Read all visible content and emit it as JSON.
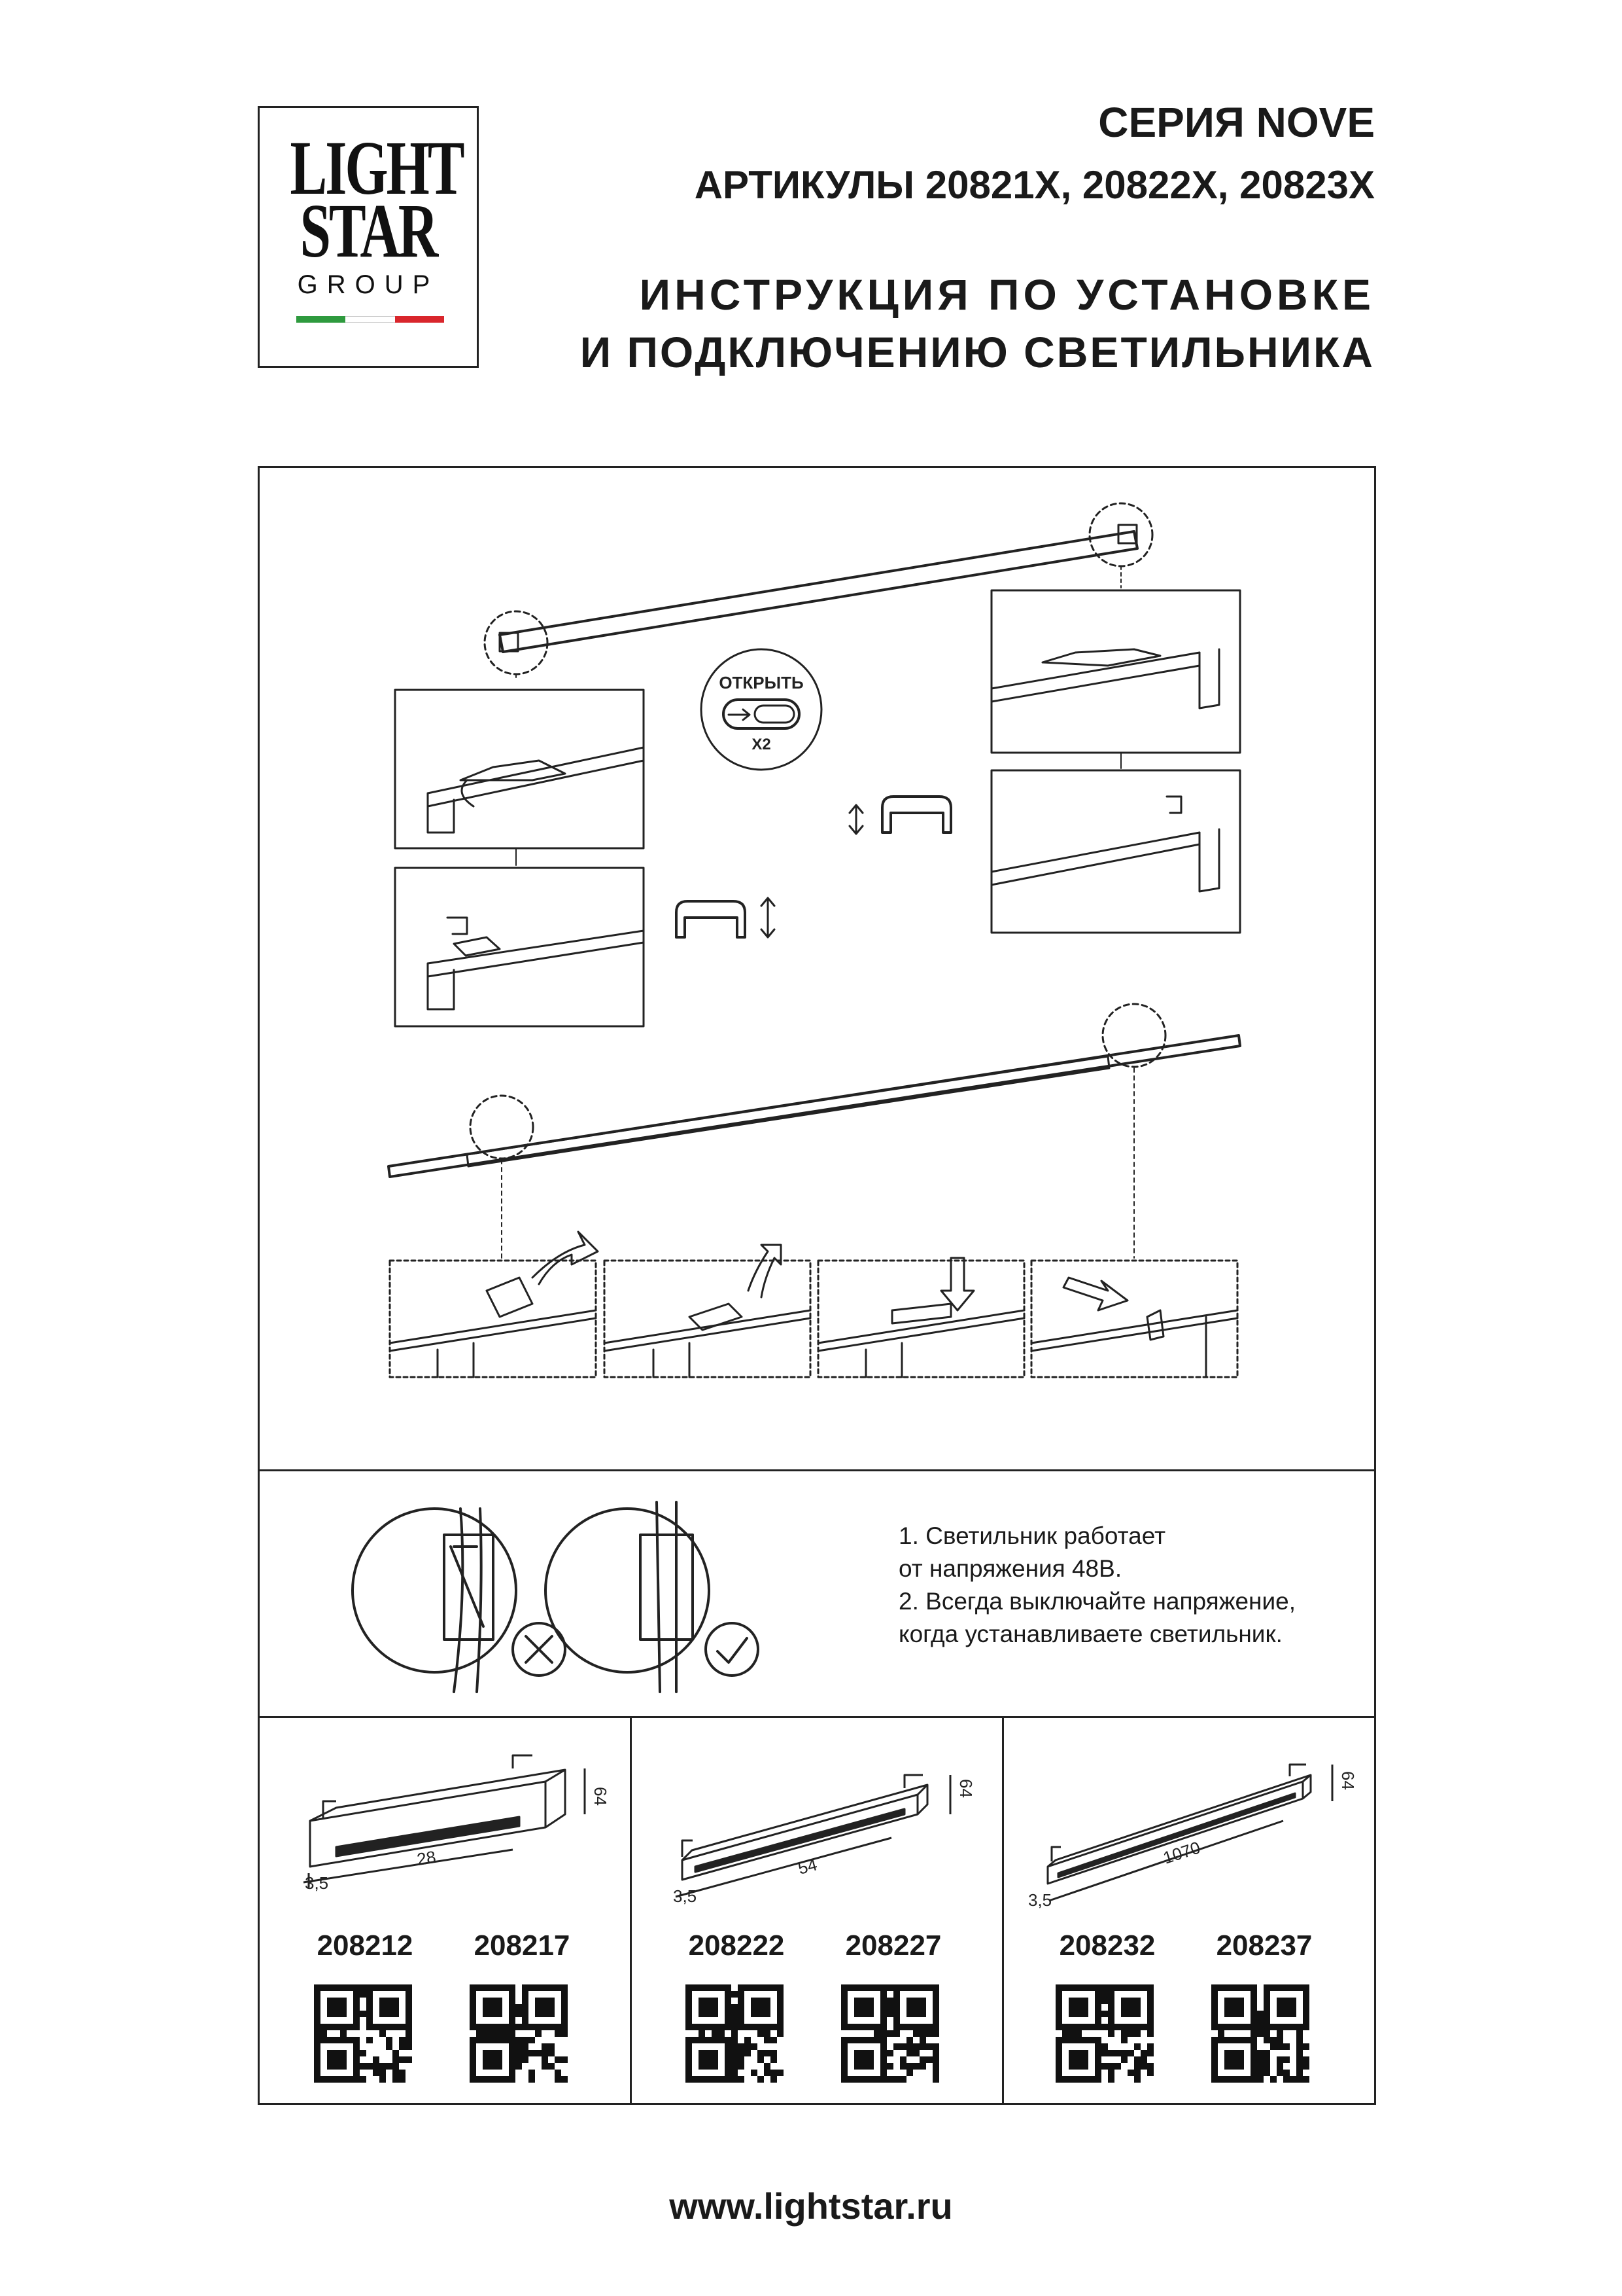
{
  "logo": {
    "line1": "LIGHT",
    "line2": "STAR",
    "line3": "GROUP",
    "flag_colors": [
      "#2e9a3e",
      "#ffffff",
      "#d9262c"
    ]
  },
  "header": {
    "series": "СЕРИЯ NOVE",
    "articles": "АРТИКУЛЫ 20821X, 20822X, 20823X",
    "title_line1": "ИНСТРУКЦИЯ ПО УСТАНОВКЕ",
    "title_line2": "И ПОДКЛЮЧЕНИЮ СВЕТИЛЬНИКА"
  },
  "diagram": {
    "open_label": "ОТКРЫТЬ",
    "times_label": "X2"
  },
  "notes": {
    "line1": "1. Светильник работает",
    "line2": "от напряжения 48В.",
    "line3": "2. Всегда выключайте напряжение,",
    "line4": "когда устанавливаете светильник."
  },
  "products": [
    {
      "height": "64",
      "width": "3,5",
      "length": "28",
      "codes": [
        "208212",
        "208217"
      ]
    },
    {
      "height": "64",
      "width": "3,5",
      "length": "54",
      "codes": [
        "208222",
        "208227"
      ]
    },
    {
      "height": "64",
      "width": "3,5",
      "length": "1070",
      "codes": [
        "208232",
        "208237"
      ]
    }
  ],
  "footer": {
    "url": "www.lightstar.ru"
  }
}
